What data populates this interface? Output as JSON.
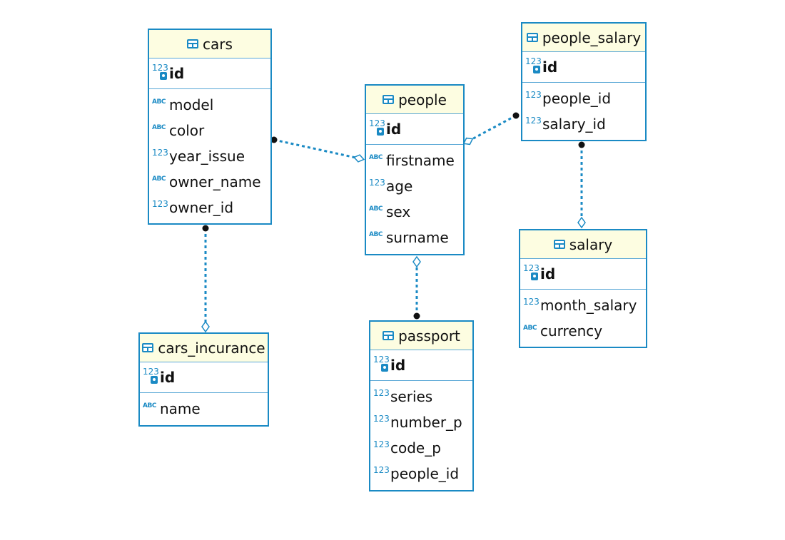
{
  "colors": {
    "border": "#1a8ac4",
    "header_bg": "#fdfde1",
    "connector": "#1a8ac4",
    "text": "#111111"
  },
  "entities": {
    "cars": {
      "name": "cars",
      "pk": {
        "name": "id",
        "type": "123"
      },
      "columns": [
        {
          "name": "model",
          "type": "ABC"
        },
        {
          "name": "color",
          "type": "ABC"
        },
        {
          "name": "year_issue",
          "type": "123"
        },
        {
          "name": "owner_name",
          "type": "ABC"
        },
        {
          "name": "owner_id",
          "type": "123"
        }
      ]
    },
    "people": {
      "name": "people",
      "pk": {
        "name": "id",
        "type": "123"
      },
      "columns": [
        {
          "name": "firstname",
          "type": "ABC"
        },
        {
          "name": "age",
          "type": "123"
        },
        {
          "name": "sex",
          "type": "ABC"
        },
        {
          "name": "surname",
          "type": "ABC"
        }
      ]
    },
    "people_salary": {
      "name": "people_salary",
      "pk": {
        "name": "id",
        "type": "123"
      },
      "columns": [
        {
          "name": "people_id",
          "type": "123"
        },
        {
          "name": "salary_id",
          "type": "123"
        }
      ]
    },
    "salary": {
      "name": "salary",
      "pk": {
        "name": "id",
        "type": "123"
      },
      "columns": [
        {
          "name": "month_salary",
          "type": "123"
        },
        {
          "name": "currency",
          "type": "ABC"
        }
      ]
    },
    "cars_incurance": {
      "name": "cars_incurance",
      "pk": {
        "name": "id",
        "type": "123"
      },
      "columns": [
        {
          "name": "name",
          "type": "ABC"
        }
      ]
    },
    "passport": {
      "name": "passport",
      "pk": {
        "name": "id",
        "type": "123"
      },
      "columns": [
        {
          "name": "series",
          "type": "123"
        },
        {
          "name": "number_p",
          "type": "123"
        },
        {
          "name": "code_p",
          "type": "123"
        },
        {
          "name": "people_id",
          "type": "123"
        }
      ]
    }
  },
  "relationships": [
    {
      "from": "cars",
      "to": "people",
      "from_end": "dot",
      "to_end": "diamond"
    },
    {
      "from": "people_salary",
      "to": "people",
      "from_end": "dot",
      "to_end": "diamond"
    },
    {
      "from": "people_salary",
      "to": "salary",
      "from_end": "dot",
      "to_end": "diamond"
    },
    {
      "from": "cars",
      "to": "cars_incurance",
      "from_end": "dot",
      "to_end": "diamond"
    },
    {
      "from": "passport",
      "to": "people",
      "from_end": "dot",
      "to_end": "diamond"
    }
  ]
}
